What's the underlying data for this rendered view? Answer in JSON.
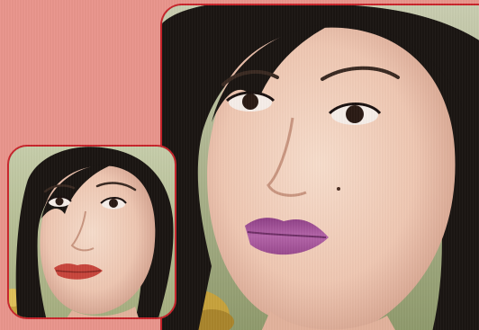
{
  "colors": {
    "background": "#e9958c",
    "frame_border": "#c8242b",
    "hair": "#1a1512",
    "skin": "#f3d2c0",
    "lips_large": "#a34e94",
    "lips_small": "#c8453c",
    "background_green": "#b8c39c",
    "gold_flowers": "#c7a23c"
  },
  "photos": [
    {
      "id": "large",
      "subject": "woman-portrait-purple-lips"
    },
    {
      "id": "small",
      "subject": "woman-portrait-red-lips"
    }
  ]
}
